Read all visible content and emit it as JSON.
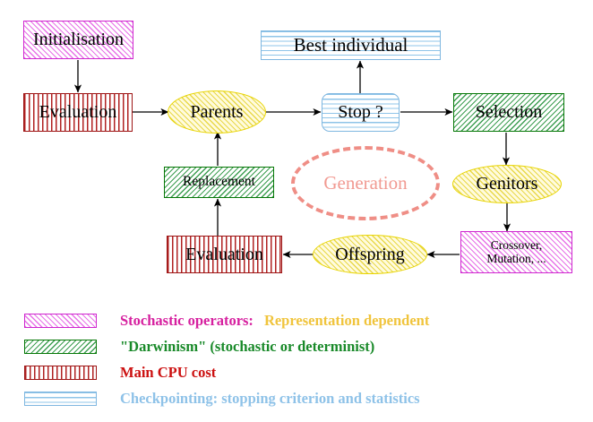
{
  "diagram": {
    "title": "Evolutionary Algorithm Cycle",
    "nodes": [
      {
        "id": "initialisation",
        "label": "Initialisation",
        "shape": "rect",
        "fill": "magenta-diagonal"
      },
      {
        "id": "evaluation_top",
        "label": "Evaluation",
        "shape": "rect",
        "fill": "red-vertical"
      },
      {
        "id": "parents",
        "label": "Parents",
        "shape": "ellipse",
        "fill": "yellow-diagonal"
      },
      {
        "id": "best",
        "label": "Best individual",
        "shape": "rect",
        "fill": "blue-horizontal"
      },
      {
        "id": "stop",
        "label": "Stop ?",
        "shape": "rounded-rect",
        "fill": "blue-horizontal"
      },
      {
        "id": "selection",
        "label": "Selection",
        "shape": "rect",
        "fill": "green-diagonal"
      },
      {
        "id": "genitors",
        "label": "Genitors",
        "shape": "ellipse",
        "fill": "yellow-diagonal"
      },
      {
        "id": "crossover",
        "label": "Crossover,\nMutation, ...",
        "line1": "Crossover,",
        "line2": "Mutation, ...",
        "shape": "rect",
        "fill": "magenta-diagonal"
      },
      {
        "id": "offspring",
        "label": "Offspring",
        "shape": "ellipse",
        "fill": "yellow-diagonal"
      },
      {
        "id": "evaluation_bot",
        "label": "Evaluation",
        "shape": "rect",
        "fill": "red-vertical"
      },
      {
        "id": "replacement",
        "label": "Replacement",
        "shape": "rect",
        "fill": "green-diagonal"
      },
      {
        "id": "generation",
        "label": "Generation",
        "shape": "dashed-ellipse",
        "fill": "none"
      }
    ],
    "edges": [
      {
        "from": "initialisation",
        "to": "evaluation_top"
      },
      {
        "from": "evaluation_top",
        "to": "parents"
      },
      {
        "from": "parents",
        "to": "stop"
      },
      {
        "from": "stop",
        "to": "best"
      },
      {
        "from": "stop",
        "to": "selection"
      },
      {
        "from": "selection",
        "to": "genitors"
      },
      {
        "from": "genitors",
        "to": "crossover"
      },
      {
        "from": "crossover",
        "to": "offspring"
      },
      {
        "from": "offspring",
        "to": "evaluation_bot"
      },
      {
        "from": "evaluation_bot",
        "to": "replacement"
      },
      {
        "from": "replacement",
        "to": "parents"
      }
    ]
  },
  "legend": {
    "rows": [
      {
        "swatch": "magenta-diagonal",
        "text": "Stochastic operators:",
        "sub": "Representation dependent",
        "color": "#d6209f",
        "sub_color": "#f0c43c"
      },
      {
        "swatch": "green-diagonal",
        "text": "\"Darwinism\" (stochastic or determinist)",
        "sub": "",
        "color": "#1a8a2a",
        "sub_color": ""
      },
      {
        "swatch": "red-vertical",
        "text": "Main CPU cost",
        "sub": "",
        "color": "#cc1111",
        "sub_color": ""
      },
      {
        "swatch": "blue-horizontal",
        "text": "Checkpointing: stopping criterion and statistics",
        "sub": "",
        "color": "#8ec2e8",
        "sub_color": ""
      }
    ]
  },
  "colors": {
    "magenta_border": "#cf26cf",
    "magenta_hatch": "#e773e7",
    "green_border": "#067806",
    "green_hatch": "#3e9e52",
    "red_border": "#9d1414",
    "red_hatch": "#b02222",
    "blue_border": "#7fb7e0",
    "blue_hatch": "#8fc4e8",
    "yellow_border": "#e8d400",
    "yellow_hatch": "#e8d84a",
    "salmon": "#ef8e86",
    "arrow": "#000000"
  }
}
